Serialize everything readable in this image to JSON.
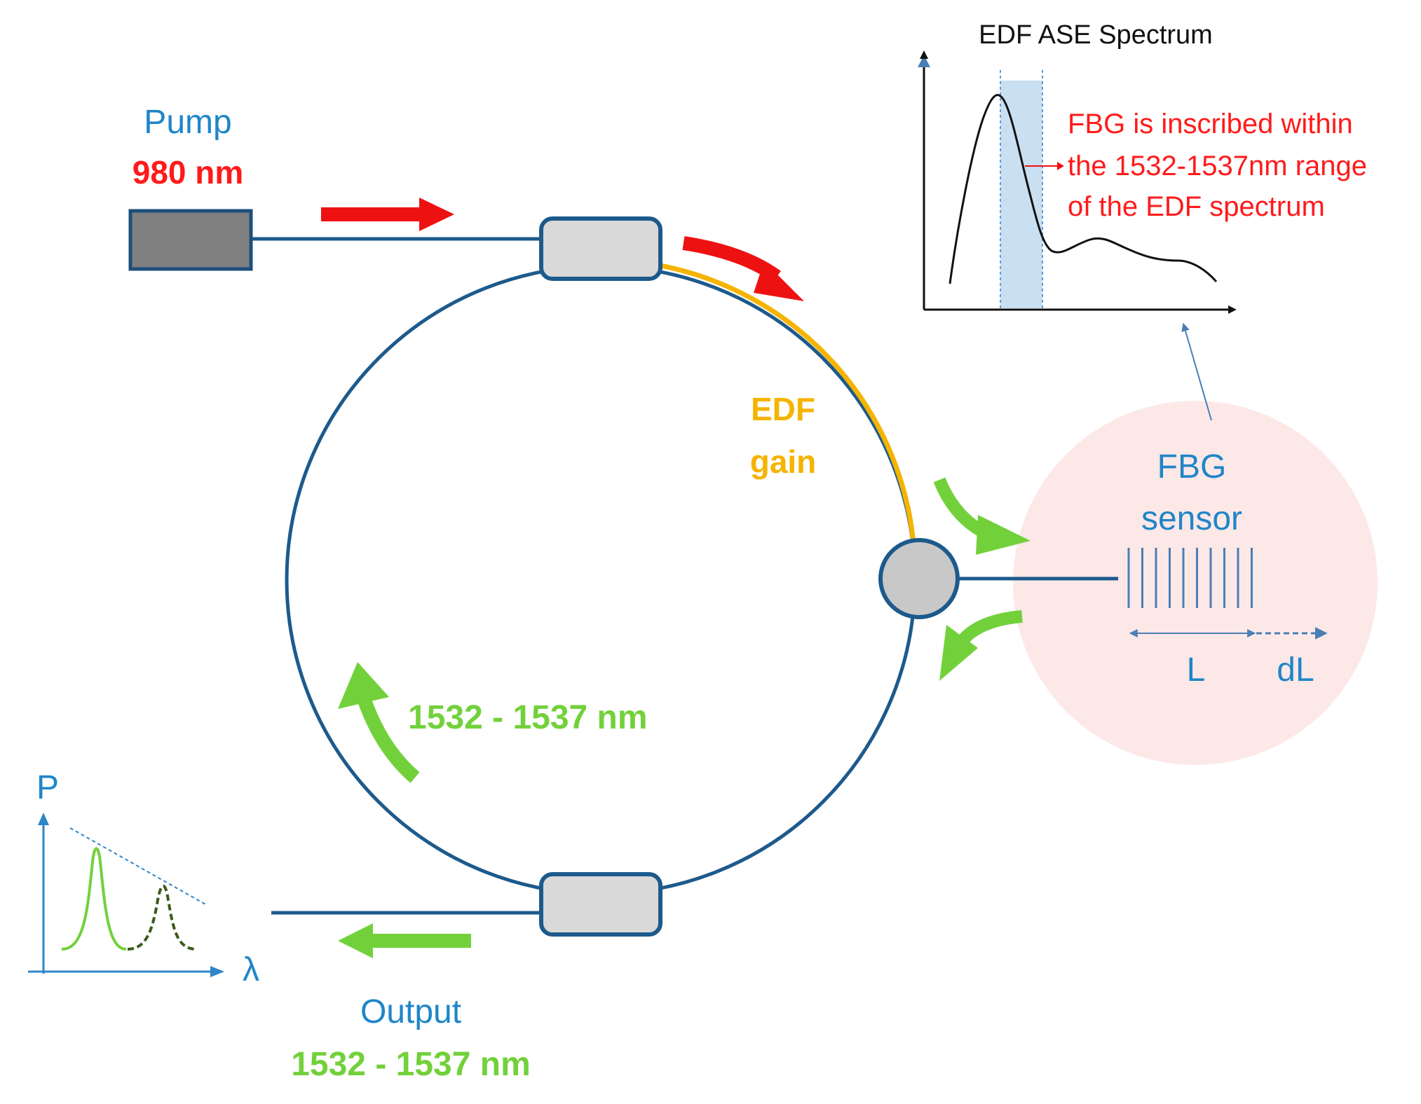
{
  "pump": {
    "label": "Pump",
    "wavelength": "980 nm"
  },
  "edf": {
    "line1": "EDF",
    "line2": "gain"
  },
  "loop": {
    "band_label": "1532 - 1537 nm"
  },
  "sensor": {
    "line1": "FBG",
    "line2": "sensor",
    "length_label": "L",
    "delta_label": "dL"
  },
  "spectrum_inset": {
    "title": "EDF ASE Spectrum",
    "annotation": [
      "FBG is inscribed within",
      "the 1532-1537nm range",
      "of the EDF spectrum"
    ]
  },
  "output": {
    "label": "Output",
    "band": "1532 - 1537 nm"
  },
  "output_plot": {
    "y_label": "P",
    "x_label": "λ"
  },
  "colors": {
    "fiber": "#1d5a8c",
    "edf": "#f5b400",
    "pump_arrow": "#ee1111",
    "signal_arrow": "#72d13b",
    "coupler_fill": "#d9d9d9",
    "pump_box": "#808080",
    "sensor_bg": "#fde8e8",
    "band_fill": "#c9dff2"
  }
}
